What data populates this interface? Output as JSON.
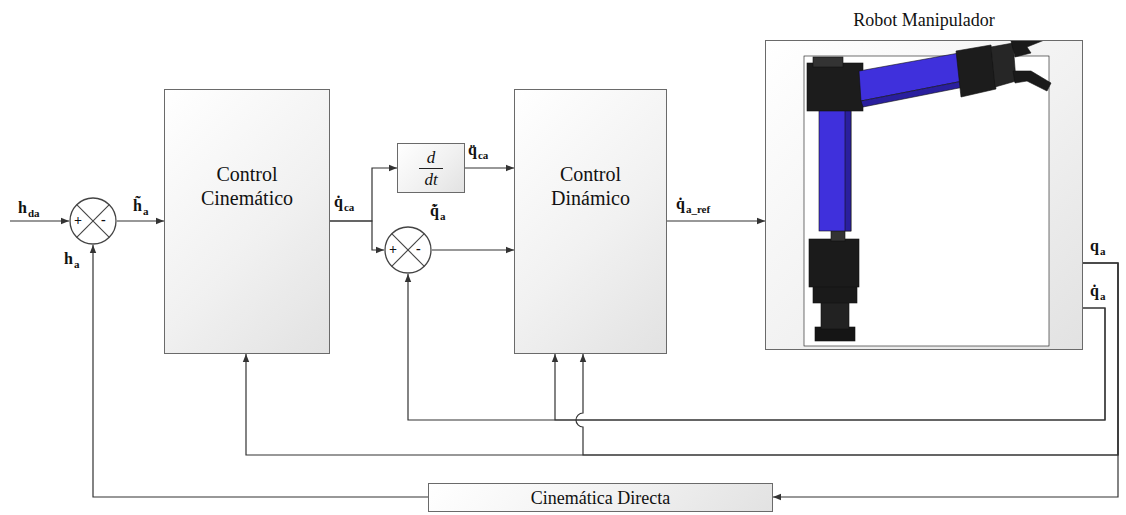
{
  "diagram": {
    "nodes": [
      {
        "text": [
          "+",
          "-"
        ]
      },
      {
        "text": [
          "Control Cinemático"
        ]
      },
      {
        "text": [
          "d",
          "dt"
        ]
      },
      {
        "text": [
          "+",
          "-"
        ]
      },
      {
        "text": [
          "Control Dinámico"
        ]
      },
      {
        "text": [
          "Robot Manipulador"
        ]
      },
      {
        "text": [
          "Cinemática Directa"
        ]
      }
    ],
    "edges": [
      {
        "from": 0,
        "to": 1,
        "arrow": "to"
      },
      {
        "from": 1,
        "to": 2,
        "arrow": "to"
      },
      {
        "from": 1,
        "to": 3,
        "arrow": "to"
      },
      {
        "from": 2,
        "to": 4,
        "arrow": "to"
      },
      {
        "from": 3,
        "to": 4,
        "arrow": "to"
      },
      {
        "from": 4,
        "to": 5,
        "arrow": "to"
      },
      {
        "from": 5,
        "to": 3,
        "arrow": "to"
      },
      {
        "from": 5,
        "to": 4,
        "arrow": "to"
      },
      {
        "from": 5,
        "to": 1,
        "arrow": "to"
      },
      {
        "from": 5,
        "to": 4,
        "arrow": "to"
      },
      {
        "from": 5,
        "to": 6,
        "arrow": "to"
      },
      {
        "from": 6,
        "to": 0,
        "arrow": "to"
      }
    ],
    "labels": [
      "h",
      "da",
      "h̃",
      "a",
      "h",
      "a",
      "q̇",
      "ca",
      "q̈",
      "ca",
      "q̇̃",
      "a",
      "q̇",
      "a_ref",
      "q",
      "a",
      "q̇",
      "a"
    ]
  }
}
